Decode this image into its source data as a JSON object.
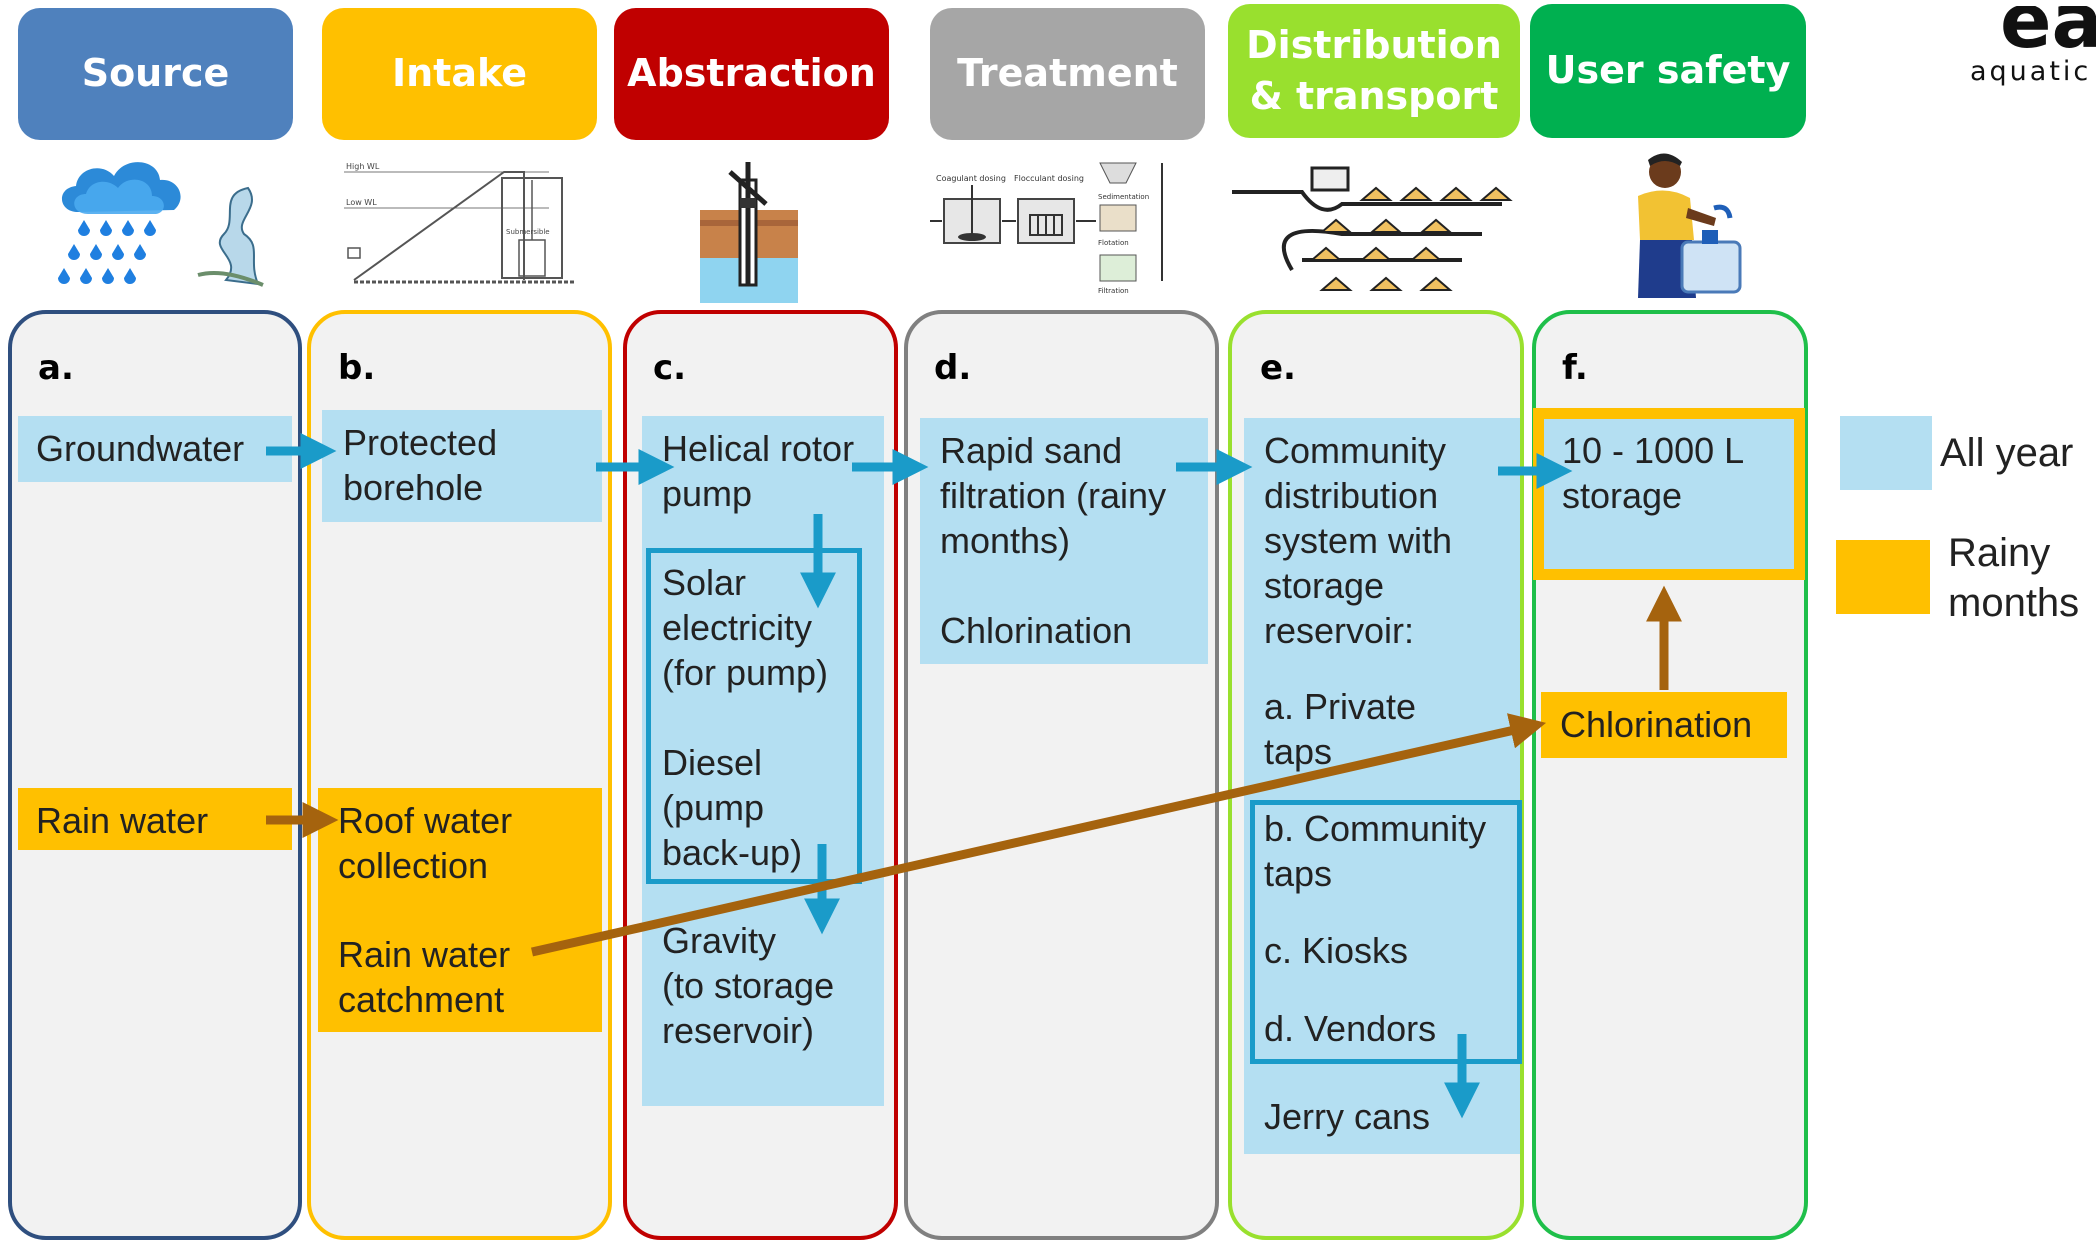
{
  "headers": [
    {
      "label": "Source",
      "color": "#4f81bd"
    },
    {
      "label": "Intake",
      "color": "#ffc000"
    },
    {
      "label": "Abstraction",
      "color": "#c00000"
    },
    {
      "label": "Treatment",
      "color": "#a6a6a6"
    },
    {
      "label": "Distribution\n& transport",
      "color": "#99e02e"
    },
    {
      "label": "User safety",
      "color": "#00b050"
    }
  ],
  "columns": [
    {
      "letter": "a.",
      "border_color": "#2f4f7f"
    },
    {
      "letter": "b.",
      "border_color": "#ffc000"
    },
    {
      "letter": "c.",
      "border_color": "#c00000"
    },
    {
      "letter": "d.",
      "border_color": "#808080"
    },
    {
      "letter": "e.",
      "border_color": "#99e02e"
    },
    {
      "letter": "f.",
      "border_color": "#1fbf4a"
    }
  ],
  "source": {
    "groundwater": "Groundwater",
    "rain_water": "Rain water"
  },
  "intake": {
    "protected_borehole": "Protected\nborehole",
    "roof_water": "Roof water\ncollection",
    "rain_catchment": "Rain water\ncatchment"
  },
  "abstraction": {
    "helical_pump": "Helical rotor\npump",
    "solar": "Solar\nelectricity\n(for pump)",
    "diesel": "Diesel\n(pump\nback-up)",
    "gravity": "Gravity\n(to storage\nreservoir)"
  },
  "treatment": {
    "rapid_sand": "Rapid sand\nfiltration (rainy\nmonths)",
    "chlorination": "Chlorination"
  },
  "distribution": {
    "community_system": "Community\ndistribution\nsystem with\nstorage\nreservoir:",
    "private_taps": "a. Private\ntaps",
    "community_taps": "b. Community\ntaps",
    "kiosks": "c. Kiosks",
    "vendors": "d. Vendors",
    "jerry_cans": "Jerry cans"
  },
  "user_safety": {
    "storage": "10 - 1000 L\nstorage",
    "chlorination": "Chlorination"
  },
  "legend": {
    "all_year": "All year",
    "rainy_months": "Rainy\nmonths"
  },
  "logo": {
    "big": "ea",
    "small": "aquatic"
  },
  "colors": {
    "all_year": "#b4dff2",
    "rainy": "#ffc000",
    "arrow_blue": "#1a9bc9",
    "arrow_brown": "#a5630e"
  },
  "icons": {
    "source": "rain-cloud-and-river-icon",
    "intake": "intake-structure-drawing-icon",
    "abstraction": "borehole-pump-icon",
    "treatment": "treatment-process-diagram-icon",
    "distribution": "distribution-network-icon",
    "user_safety": "person-filling-container-icon"
  }
}
